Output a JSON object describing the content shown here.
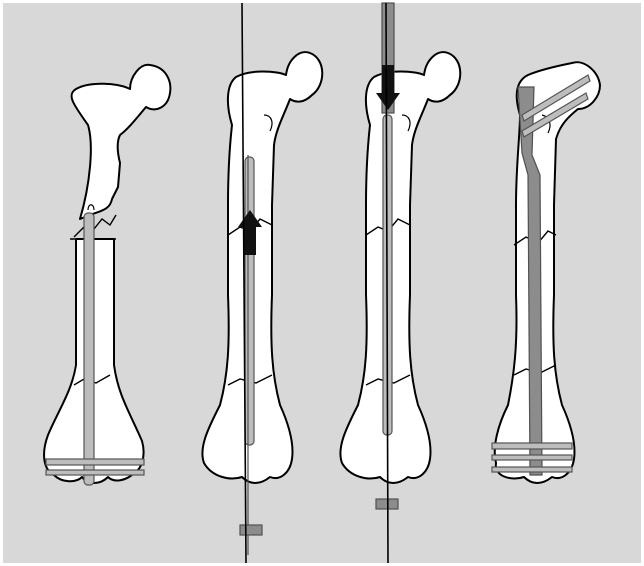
{
  "figure": {
    "background": "#d8d8d8",
    "frame": "#ffffff",
    "bone_fill": "#ffffff",
    "implant_light": "#bdbdbd",
    "implant_dark": "#8c8c8c",
    "arrow_color": "#111111",
    "panels": [
      {
        "id": "panel-1",
        "stage": "retrograde-guide-rod-in-femur-with-proximal-fracture",
        "arrow": "none"
      },
      {
        "id": "panel-2",
        "stage": "guide-wire-passed-retrograde-through-femur",
        "arrow": "up"
      },
      {
        "id": "panel-3",
        "stage": "rod-advanced-antegrade-over-guide-wire",
        "arrow": "down"
      },
      {
        "id": "panel-4",
        "stage": "intramedullary-nail-locked-with-screws",
        "arrow": "none"
      }
    ]
  }
}
